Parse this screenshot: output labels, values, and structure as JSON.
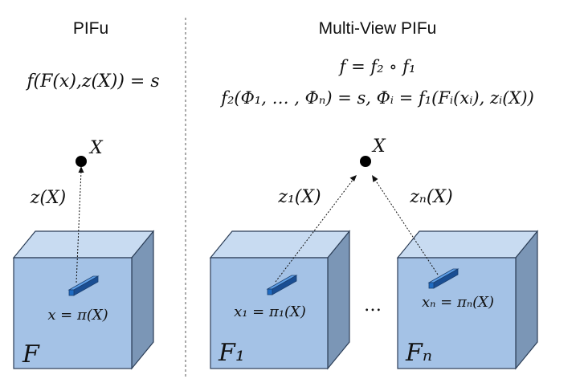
{
  "panels": {
    "single": {
      "title": "PIFu",
      "equation": "f(F(x),z(X)) = s",
      "point_label": "X",
      "depth_label": "z(X)",
      "proj_label": "x = π(X)",
      "feature_label": "F"
    },
    "multi": {
      "title": "Multi-View PIFu",
      "equation_1": "f = f₂ ∘ f₁",
      "equation_2": "f₂(Φ₁, … , Φₙ) = s,  Φᵢ = f₁(Fᵢ(xᵢ), zᵢ(X))",
      "point_label": "X",
      "depth_label_1": "z₁(X)",
      "depth_label_n": "zₙ(X)",
      "proj_label_1": "x₁ = π₁(X)",
      "proj_label_n": "xₙ = πₙ(X)",
      "feature_label_1": "F₁",
      "feature_label_n": "Fₙ",
      "ellipsis": "…"
    }
  },
  "colors": {
    "cube_front": "#a4c2e6",
    "cube_top": "#c8dbf1",
    "cube_side": "#7b96b6",
    "cube_edge": "#2c3e57",
    "ray_front": "#1f6bc2",
    "ray_top": "#5fa0e8",
    "ray_side": "#1a4e93",
    "point": "#000000",
    "divider": "#555555"
  }
}
